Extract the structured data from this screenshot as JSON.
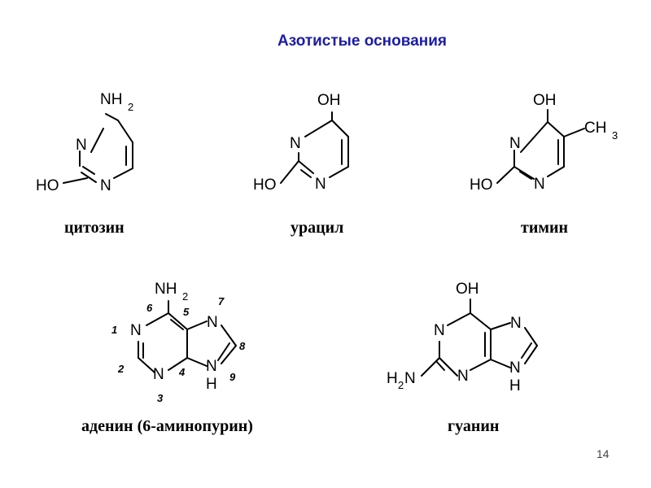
{
  "slide": {
    "title": "Азотистые основания",
    "page_number": "14"
  },
  "atoms": {
    "N": "N",
    "H": "H",
    "NH": "NH",
    "HO": "HO",
    "OH": "OH",
    "CH": "CH",
    "sub2": "2",
    "sub3": "3"
  },
  "cytosine": {
    "name": "цитозин"
  },
  "uracil": {
    "name": "урацил"
  },
  "thymine": {
    "name": "тимин"
  },
  "adenine": {
    "name": "аденин (6-аминопурин)",
    "ring_numbers": [
      "1",
      "2",
      "3",
      "4",
      "5",
      "6",
      "7",
      "8",
      "9"
    ]
  },
  "guanine": {
    "name": "гуанин"
  }
}
